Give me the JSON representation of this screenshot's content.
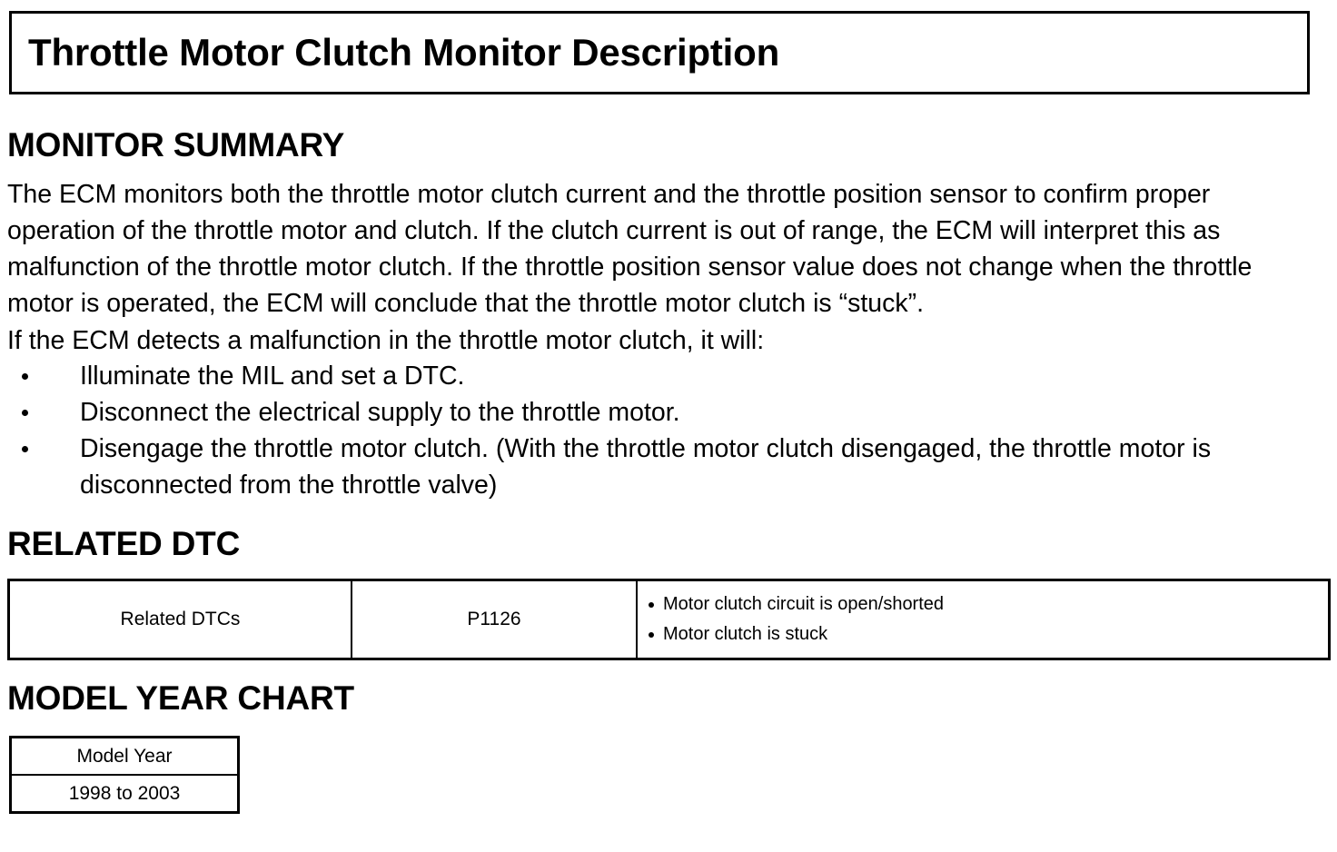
{
  "document": {
    "title": "Throttle Motor Clutch Monitor Description"
  },
  "sections": {
    "monitor_summary": {
      "heading": "MONITOR SUMMARY",
      "paragraph": "The ECM monitors both the throttle motor clutch current and the throttle position sensor to confirm proper operation of the throttle motor and clutch. If the clutch current is out of range, the ECM will interpret this as malfunction of the throttle motor clutch. If the throttle position sensor value does not change when the throttle motor is operated, the ECM will conclude that the throttle motor clutch is “stuck”.",
      "lead_in": "If the ECM detects a malfunction in the throttle motor clutch, it will:",
      "bullets": [
        "Illuminate the MIL and set a DTC.",
        "Disconnect the electrical supply to the throttle motor.",
        "Disengage the throttle motor clutch. (With the throttle motor clutch disengaged, the throttle motor is disconnected from the throttle valve)"
      ]
    },
    "related_dtc": {
      "heading": "RELATED DTC",
      "table": {
        "label": "Related DTCs",
        "code": "P1126",
        "descriptions": [
          "Motor clutch circuit is open/shorted",
          "Motor clutch is stuck"
        ]
      }
    },
    "model_year": {
      "heading": "MODEL YEAR CHART",
      "table": {
        "header": "Model Year",
        "value": "1998 to 2003"
      }
    }
  }
}
